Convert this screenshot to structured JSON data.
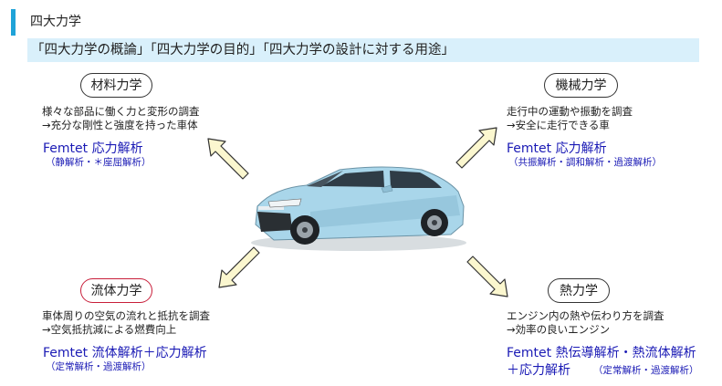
{
  "header": {
    "title": "四大力学",
    "banner": "「四大力学の概論」「四大力学の目的」「四大力学の設計に対する用途」"
  },
  "sections": [
    {
      "label": "材料力学",
      "desc1": "様々な部品に働く力と変形の調査",
      "desc2": "→充分な剛性と強度を持った車体",
      "analysis": "Femtet 応力解析",
      "sub": "（静解析・＊座屈解析）"
    },
    {
      "label": "機械力学",
      "desc1": "走行中の運動や振動を調査",
      "desc2": "→安全に走行できる車",
      "analysis": "Femtet 応力解析",
      "sub": "（共振解析・調和解析・過渡解析）"
    },
    {
      "label": "流体力学",
      "desc1": "車体周りの空気の流れと抵抗を調査",
      "desc2": "→空気抵抗減による燃費向上",
      "analysis": "Femtet 流体解析＋応力解析",
      "sub": "（定常解析・過渡解析）"
    },
    {
      "label": "熱力学",
      "desc1": "エンジン内の熱や伝わり方を調査",
      "desc2": "→効率の良いエンジン",
      "analysis": "Femtet 熱伝導解析・熱流体解析",
      "analysis2": "＋応力解析",
      "sub": "（定常解析・過渡解析）"
    }
  ],
  "colors": {
    "accent": "#1fa3d8",
    "banner_bg": "#d9f0fb",
    "analysis_text": "#1a1ab5",
    "highlight_border": "#c81e3a",
    "arrow_fill": "#fbf7cf",
    "car_body": "#a9d6ea"
  }
}
